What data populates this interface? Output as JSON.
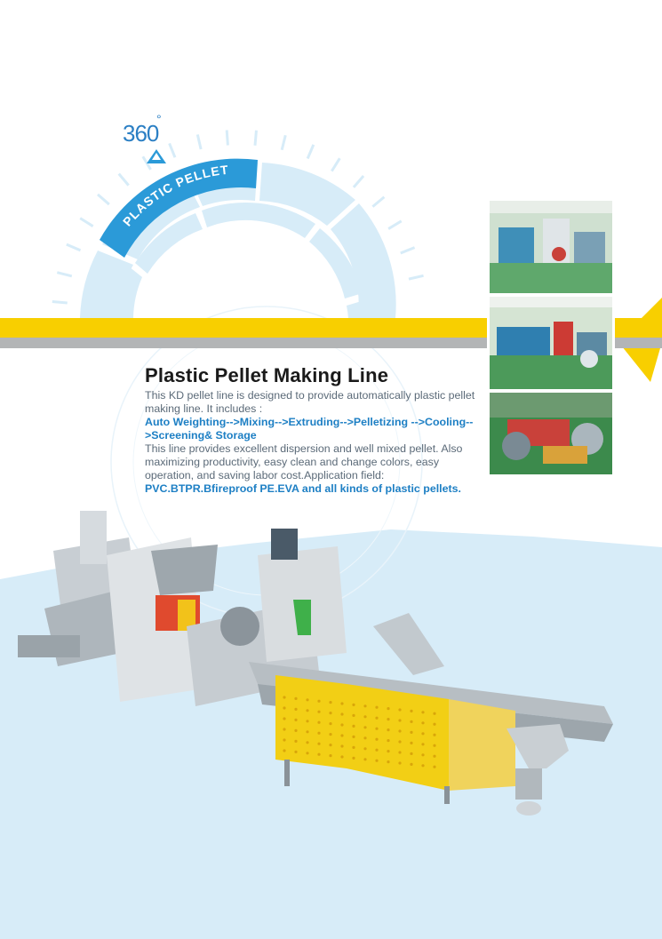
{
  "dial": {
    "number": "360",
    "degree_sign": "°",
    "segment_label": "PLASTIC PELLET"
  },
  "colors": {
    "accent_blue": "#2b9ad8",
    "light_blue": "#d7ecf8",
    "yellow": "#f8cf00",
    "gray_stripe": "#b3b5b6",
    "body_text": "#5b6a78",
    "bold_text": "#1d7fc4"
  },
  "content": {
    "title": "Plastic Pellet Making Line",
    "intro": "This KD pellet line is designed to provide automatically plastic pellet making line. It includes :",
    "process": "Auto Weighting-->Mixing-->Extruding-->Pelletizing -->Cooling-->Screening& Storage",
    "description": "This line provides excellent dispersion and well mixed pellet. Also maximizing productivity, easy clean and change colors, easy operation, and saving labor cost.Application field:",
    "application": "PVC.BTPR.Bfireproof PE.EVA and all kinds of plastic pellets."
  },
  "photos": [
    {
      "name": "factory-floor-photo"
    },
    {
      "name": "production-line-photo"
    },
    {
      "name": "machinery-closeup-photo"
    }
  ],
  "machine": {
    "name": "pellet-making-line-illustration"
  }
}
